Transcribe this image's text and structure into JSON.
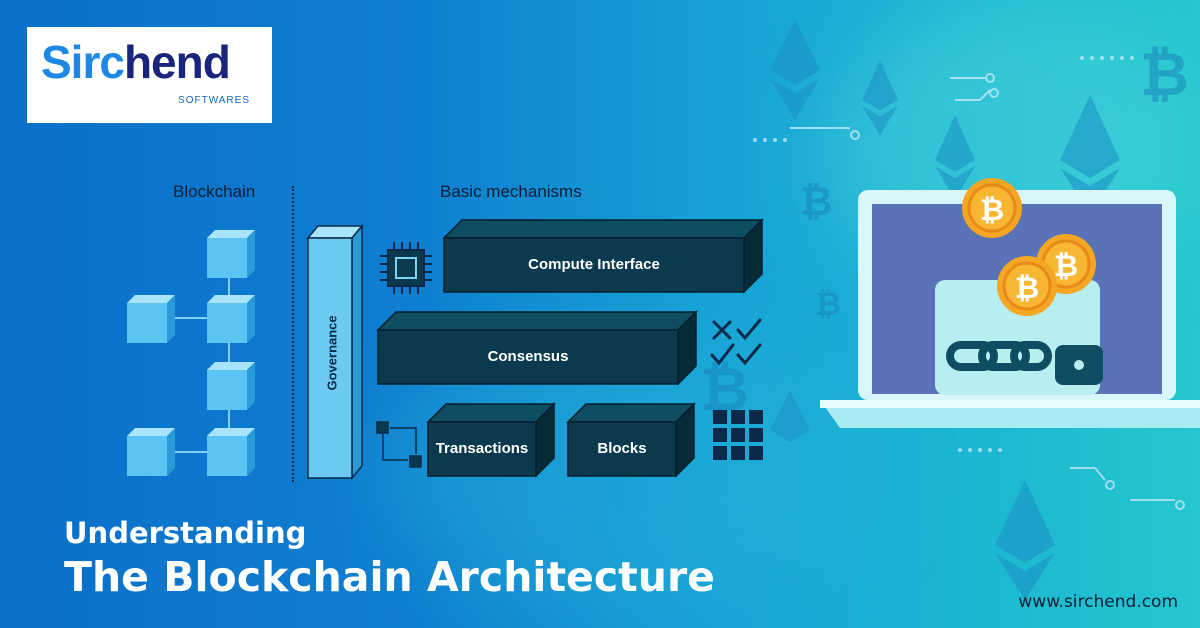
{
  "brand": {
    "name_part1": "Sirc",
    "name_part2": "hend",
    "tagline": "SOFTWARES"
  },
  "diagram": {
    "left_column_label": "Blockchain",
    "right_column_label": "Basic mechanisms",
    "governance_label": "Governance",
    "compute_interface_label": "Compute Interface",
    "consensus_label": "Consensus",
    "transactions_label": "Transactions",
    "blocks_label": "Blocks"
  },
  "headline": {
    "line1": "Understanding",
    "line2": "The Blockchain Architecture"
  },
  "website": "www.sirchend.com",
  "colors": {
    "box_fill": "#0b3a4e",
    "box_top": "#0f4d63",
    "cube_blue": "#5cc4f2",
    "accent_orange": "#f5a623"
  }
}
